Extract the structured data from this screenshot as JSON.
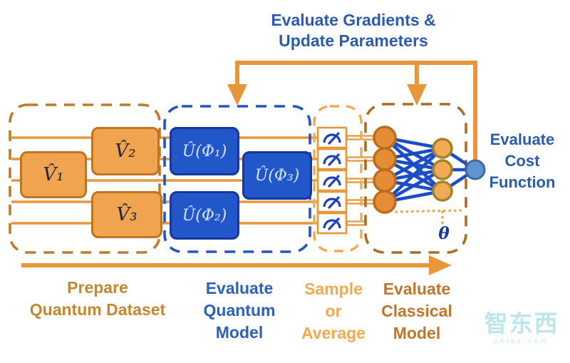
{
  "title": "Evaluate Gradients &\nUpdate Parameters",
  "cost_label": "Evaluate\nCost\nFunction",
  "stage_labels": {
    "prepare": "Prepare\nQuantum Dataset",
    "quantum": "Evaluate\nQuantum\nModel",
    "sample": "Sample\nor\nAverage",
    "classical": "Evaluate\nClassical\nModel"
  },
  "gates": {
    "v1": "V̂₁",
    "v2": "V̂₂",
    "v3": "V̂₃",
    "u1": "Û(Φ₁)",
    "u2": "Û(Φ₂)",
    "u3": "Û(Φ₃)"
  },
  "theta": "θ",
  "watermark": {
    "brand": "智东西",
    "site": "zhidx.com"
  },
  "icons": {
    "measurement": "gauge-meter-icon",
    "arrows": "feedback-and-flow-arrows"
  },
  "diagram": {
    "qubit_wires": 5,
    "measurements": 5,
    "nn_layers": [
      4,
      3,
      1
    ]
  },
  "colors": {
    "wire_orange": "#E8963A",
    "gate_fill": "#F1A44F",
    "gate_border": "#BE751E",
    "prepare_dash": "#C07A26",
    "quantum_dash": "#2353C8",
    "sample_dash": "#F2A952",
    "classical_dash": "#AD6C22",
    "blue_gate_fill": "#2257C9",
    "blue_gate_border": "#16389B",
    "nn_line": "#1C4DC8",
    "nn_input": "#E58D36",
    "nn_hidden": "#F1AB56",
    "nn_output": "#5F94CE",
    "text_blue": "#2B5BB0",
    "text_prepare": "#C4862E",
    "text_sample": "#F3A94F",
    "text_classical": "#C0762A",
    "watermark": "#64C6CC"
  }
}
